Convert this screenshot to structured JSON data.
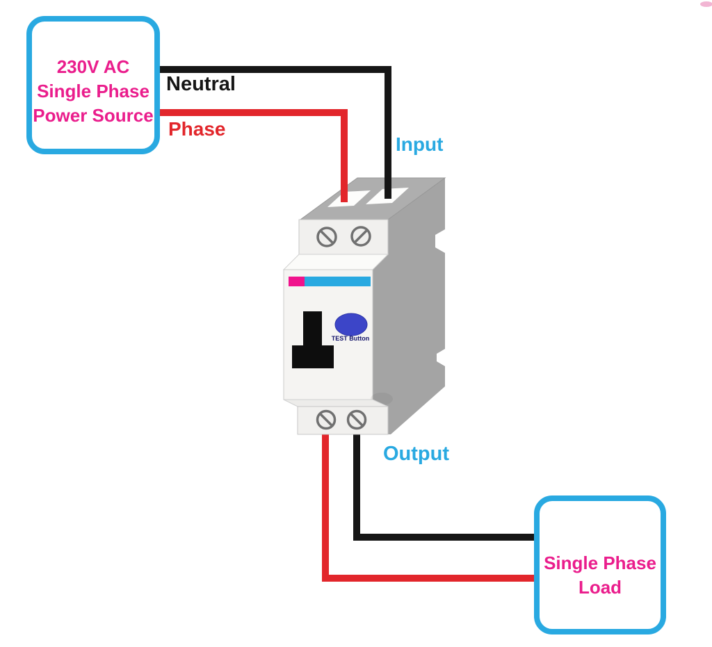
{
  "source_box": {
    "lines": [
      "230V AC",
      "Single Phase",
      "Power Source"
    ]
  },
  "load_box": {
    "lines": [
      "Single Phase",
      "Load"
    ]
  },
  "wire_labels": {
    "neutral": "Neutral",
    "phase": "Phase"
  },
  "terminal_labels": {
    "input": "Input",
    "output": "Output"
  },
  "device": {
    "test_button_label": "TEST Button"
  },
  "wires": [
    {
      "name": "neutral-input",
      "color": "#161616"
    },
    {
      "name": "phase-input",
      "color": "#E2262B"
    },
    {
      "name": "neutral-output",
      "color": "#161616"
    },
    {
      "name": "phase-output",
      "color": "#E2262B"
    }
  ],
  "colors": {
    "box_border_cyan": "#29A9E1",
    "box_text_magenta": "#EA1D8C",
    "label_blue": "#29A9E1",
    "label_red": "#E2262B",
    "label_black": "#161616",
    "stripe_magenta": "#F0128C",
    "stripe_cyan": "#29A9E1",
    "test_button_blue": "#3C45C8",
    "device_gray_side": "#A4A4A4",
    "device_gray_top": "#AEAEAE",
    "device_panel": "#F1F0EE"
  }
}
